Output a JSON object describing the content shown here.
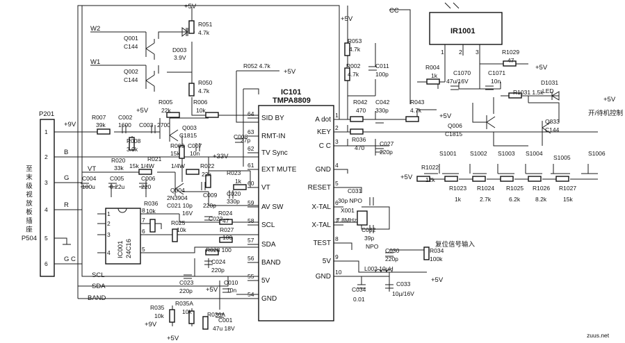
{
  "ic": {
    "ref": "IC101",
    "part": "TMPA8809",
    "left_pins": [
      {
        "num": "64",
        "name": "SID BY"
      },
      {
        "num": "63",
        "name": "RMT-IN"
      },
      {
        "num": "62",
        "name": "TV Sync"
      },
      {
        "num": "61",
        "name": "EXT MUTE"
      },
      {
        "num": "60",
        "name": "VT"
      },
      {
        "num": "59",
        "name": "AV SW"
      },
      {
        "num": "58",
        "name": "SCL"
      },
      {
        "num": "57",
        "name": "SDA"
      },
      {
        "num": "56",
        "name": "BAND"
      },
      {
        "num": "55",
        "name": "5V"
      },
      {
        "num": "54",
        "name": "GND"
      }
    ],
    "right_pins": [
      {
        "num": "1",
        "name": "A dot"
      },
      {
        "num": "2",
        "name": "KEY"
      },
      {
        "num": "3",
        "name": "C C"
      },
      {
        "num": "4",
        "name": "GND"
      },
      {
        "num": "5",
        "name": "RESET"
      },
      {
        "num": "6",
        "name": "X-TAL"
      },
      {
        "num": "7",
        "name": "X-TAL"
      },
      {
        "num": "8",
        "name": "TEST"
      },
      {
        "num": "9",
        "name": "5V"
      },
      {
        "num": "10",
        "name": "GND"
      }
    ]
  },
  "eeprom": {
    "ref": "IC001",
    "part": "24C16",
    "left_pins": [
      "1",
      "2",
      "3",
      "4"
    ],
    "right_pins": [
      "8",
      "7",
      "6",
      "5"
    ]
  },
  "ir": {
    "ref": "IR1001",
    "pins": [
      "1",
      "2",
      "3"
    ]
  },
  "connector": {
    "ref": "P201",
    "caption": [
      "至",
      "末",
      "级",
      "视",
      "放",
      "板",
      "插",
      "座",
      "P504"
    ],
    "pins": [
      "1",
      "2",
      "3",
      "4",
      "5",
      "6"
    ],
    "nets": [
      "+9V",
      "B",
      "G",
      "R",
      "G C"
    ]
  },
  "nets": {
    "w2": "W2",
    "w1": "W1",
    "vt": "VT",
    "scl": "SCL",
    "sda": "SDA",
    "band": "BAND",
    "cc": "CC"
  },
  "supply": {
    "p5": "+5V",
    "p33": "+33V",
    "p9": "+9V"
  },
  "annotations": {
    "standby": "开/待机控制",
    "reset_in": "复位信号输入"
  },
  "watermark": "zuus.net",
  "labels": [
    [
      "R051",
      285,
      38
    ],
    [
      "4.7k",
      285,
      50
    ],
    [
      "Q001",
      178,
      58
    ],
    [
      "C144",
      178,
      70
    ],
    [
      "D003",
      248,
      75
    ],
    [
      "3.9V",
      250,
      86
    ],
    [
      "Q002",
      178,
      106
    ],
    [
      "C144",
      178,
      118
    ],
    [
      "R050",
      285,
      122
    ],
    [
      "4.7k",
      285,
      134
    ],
    [
      "R052 4.7k",
      350,
      98
    ],
    [
      "R006",
      278,
      150
    ],
    [
      "10k",
      282,
      162
    ],
    [
      "R005",
      228,
      150
    ],
    [
      "22k",
      232,
      162
    ],
    [
      "R007",
      132,
      172
    ],
    [
      "39k",
      138,
      183
    ],
    [
      "C002",
      170,
      172
    ],
    [
      "1600",
      170,
      183
    ],
    [
      "C003",
      200,
      183
    ],
    [
      "2700",
      226,
      183
    ],
    [
      "Q003",
      262,
      187
    ],
    [
      "C1815",
      258,
      198
    ],
    [
      "R008",
      182,
      206
    ],
    [
      "3.9k",
      182,
      218
    ],
    [
      "R009",
      245,
      213
    ],
    [
      "15k",
      245,
      224
    ],
    [
      "C007",
      270,
      213
    ],
    [
      "10n",
      273,
      224
    ],
    [
      "C008",
      336,
      200
    ],
    [
      "27p",
      346,
      205
    ],
    [
      "R020",
      160,
      234
    ],
    [
      "33k",
      164,
      245
    ],
    [
      "R021",
      212,
      232
    ],
    [
      "15k 1/4W",
      186,
      242
    ],
    [
      "1/4W",
      246,
      242
    ],
    [
      "R022",
      288,
      242
    ],
    [
      "22k",
      290,
      254
    ],
    [
      "C004",
      118,
      260
    ],
    [
      "100u",
      118,
      272
    ],
    [
      "C005",
      158,
      260
    ],
    [
      "0.22u",
      158,
      272
    ],
    [
      "C006",
      203,
      260
    ],
    [
      "220",
      203,
      272
    ],
    [
      "Q004",
      245,
      277
    ],
    [
      "2N3904",
      240,
      288
    ],
    [
      "C021 10p",
      240,
      299
    ],
    [
      "220p",
      292,
      299
    ],
    [
      "C009",
      292,
      284
    ],
    [
      "C020",
      326,
      282
    ],
    [
      "330p",
      326,
      293
    ],
    [
      "R023",
      326,
      252
    ],
    [
      "1k",
      338,
      264
    ],
    [
      "R036",
      207,
      296
    ],
    [
      "10k",
      210,
      307
    ],
    [
      "16V",
      262,
      310
    ],
    [
      "R024",
      314,
      310
    ],
    [
      "47",
      320,
      321
    ],
    [
      "R025",
      246,
      324
    ],
    [
      "10k",
      254,
      334
    ],
    [
      "C022",
      300,
      318
    ],
    [
      "R027",
      316,
      334
    ],
    [
      "100",
      320,
      345
    ],
    [
      "R028 100",
      296,
      363
    ],
    [
      "C024",
      304,
      380
    ],
    [
      "220p",
      304,
      392
    ],
    [
      "C023",
      258,
      410
    ],
    [
      "220p",
      258,
      422
    ],
    [
      "C010",
      322,
      410
    ],
    [
      "10n",
      326,
      421
    ],
    [
      "R035",
      216,
      446
    ],
    [
      "10k",
      222,
      458
    ],
    [
      "R035A",
      252,
      440
    ],
    [
      "10k",
      262,
      452
    ],
    [
      "R036A",
      298,
      456
    ],
    [
      "C001",
      314,
      464
    ],
    [
      "47u 18V",
      306,
      476
    ],
    [
      "R053",
      500,
      62
    ],
    [
      "4.7k",
      502,
      74
    ],
    [
      "R002",
      498,
      98
    ],
    [
      "4.7k",
      500,
      110
    ],
    [
      "C011",
      540,
      98
    ],
    [
      "100p",
      540,
      110
    ],
    [
      "R004",
      612,
      100
    ],
    [
      "1k",
      620,
      112
    ],
    [
      "C1070",
      652,
      108
    ],
    [
      "47u/16V",
      642,
      120
    ],
    [
      "C1071",
      702,
      108
    ],
    [
      "10n",
      706,
      120
    ],
    [
      "R1029",
      722,
      78
    ],
    [
      "47",
      730,
      90
    ],
    [
      "R1031 1.5k",
      738,
      136
    ],
    [
      "D1031",
      778,
      122
    ],
    [
      "LED",
      780,
      134
    ],
    [
      "Q006",
      644,
      184
    ],
    [
      "C1815",
      640,
      196
    ],
    [
      "Q833",
      784,
      178
    ],
    [
      "C144",
      784,
      190
    ],
    [
      "R042",
      508,
      150
    ],
    [
      "470",
      512,
      162
    ],
    [
      "C042",
      540,
      150
    ],
    [
      "330p",
      540,
      162
    ],
    [
      "R043",
      590,
      150
    ],
    [
      "4.7k",
      590,
      162
    ],
    [
      "R036",
      506,
      204
    ],
    [
      "470",
      510,
      216
    ],
    [
      "C027",
      546,
      210
    ],
    [
      "220p",
      546,
      222
    ],
    [
      "S1001",
      632,
      224
    ],
    [
      "S1002",
      676,
      224
    ],
    [
      "S1003",
      716,
      224
    ],
    [
      "S1004",
      756,
      224
    ],
    [
      "S1005",
      796,
      230
    ],
    [
      "S1006",
      846,
      224
    ],
    [
      "R1022",
      606,
      244
    ],
    [
      "12k",
      612,
      262
    ],
    [
      "R1023",
      646,
      274
    ],
    [
      "1k",
      654,
      290
    ],
    [
      "R1024",
      686,
      274
    ],
    [
      "2.7k",
      690,
      290
    ],
    [
      "R1025",
      728,
      274
    ],
    [
      "6.2k",
      732,
      290
    ],
    [
      "R1026",
      766,
      274
    ],
    [
      "8.2k",
      770,
      290
    ],
    [
      "R1027",
      804,
      274
    ],
    [
      "15k",
      810,
      290
    ],
    [
      "C031",
      500,
      278
    ],
    [
      "30p NPO",
      486,
      292
    ],
    [
      "X001",
      490,
      306
    ],
    [
      "7.8MHz",
      484,
      320
    ],
    [
      "C032",
      520,
      334
    ],
    [
      "39p",
      524,
      346
    ],
    [
      "NPO",
      526,
      358
    ],
    [
      "C030",
      554,
      364
    ],
    [
      "220p",
      554,
      376
    ],
    [
      "R034",
      618,
      364
    ],
    [
      "100k",
      618,
      376
    ],
    [
      "L002 10µH",
      524,
      390
    ],
    [
      "C034",
      506,
      420
    ],
    [
      "0.01",
      508,
      434
    ],
    [
      "C033",
      570,
      412
    ],
    [
      "10µ/16V",
      564,
      426
    ]
  ]
}
